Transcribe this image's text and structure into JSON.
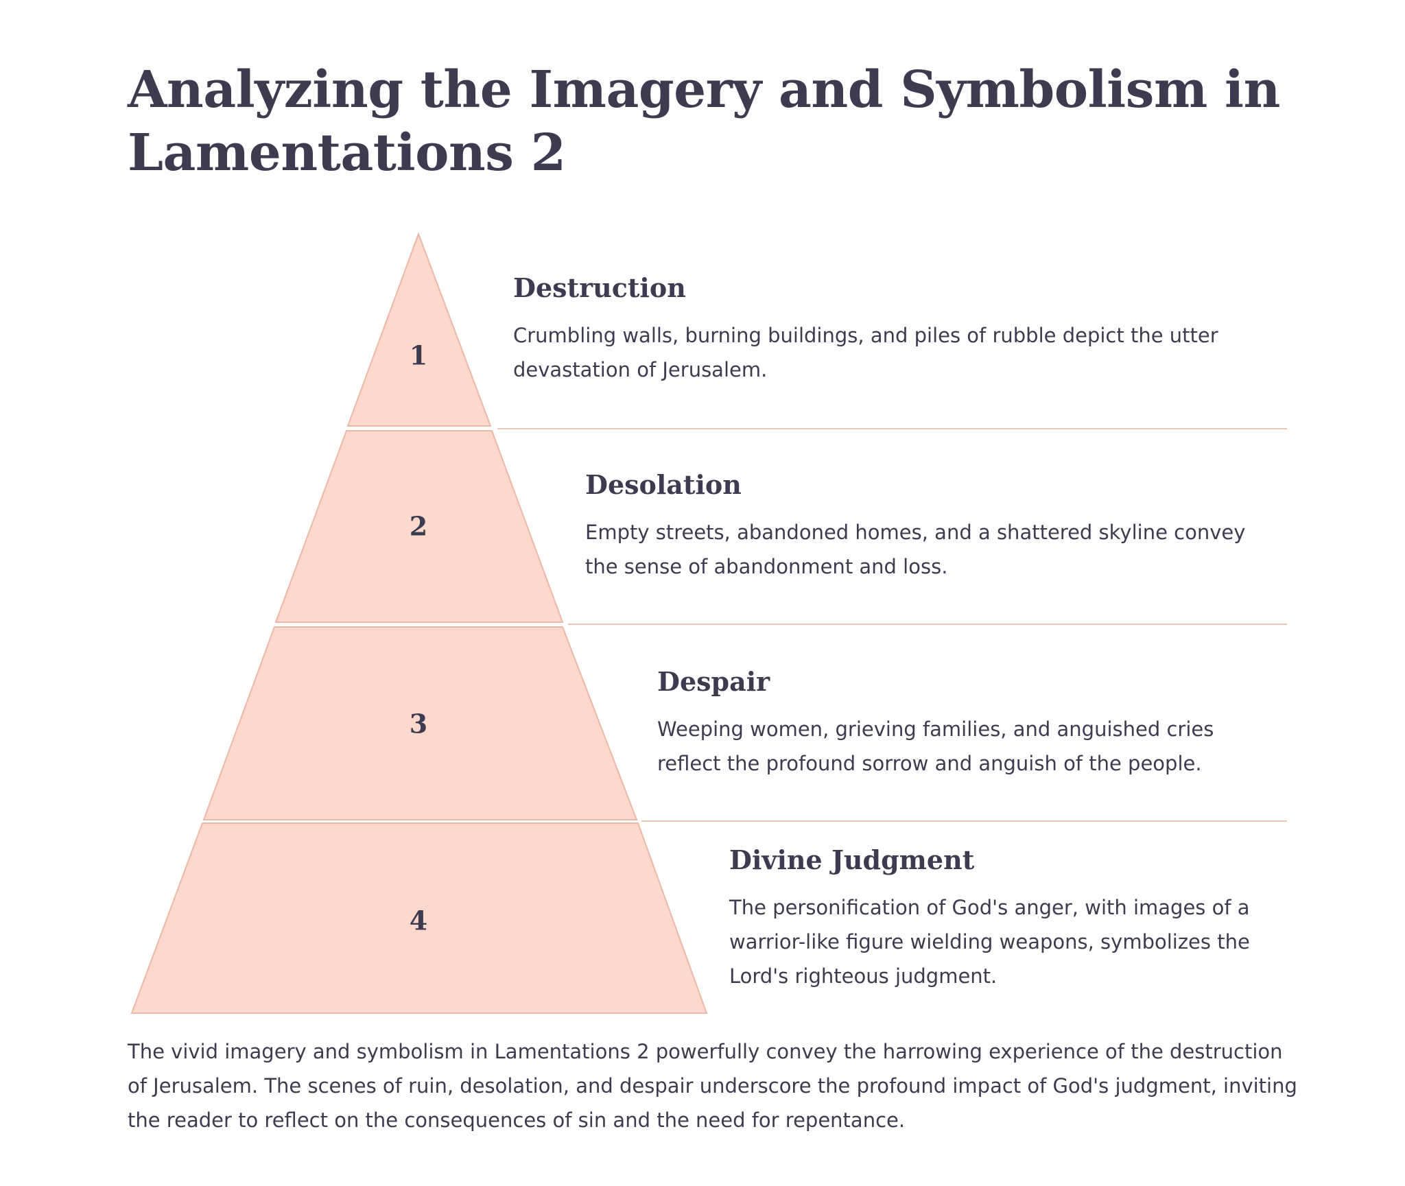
{
  "title": "Analyzing the Imagery and Symbolism in Lamentations 2",
  "tiers": [
    {
      "number": "1",
      "title": "Destruction",
      "description": "Crumbling walls, burning buildings, and piles of rubble depict the utter devastation of Jerusalem."
    },
    {
      "number": "2",
      "title": "Desolation",
      "description": "Empty streets, abandoned homes, and a shattered skyline convey the sense of abandonment and loss."
    },
    {
      "number": "3",
      "title": "Despair",
      "description": "Weeping women, grieving families, and anguished cries reflect the profound sorrow and anguish of the people."
    },
    {
      "number": "4",
      "title": "Divine Judgment",
      "description": "The personification of God's anger, with images of a warrior-like figure wielding weapons, symbolizes the Lord's righteous judgment."
    }
  ],
  "conclusion": "The vivid imagery and symbolism in Lamentations 2 powerfully convey the harrowing experience of the destruction of Jerusalem. The scenes of ruin, desolation, and despair underscore the profound impact of God's judgment, inviting the reader to reflect on the consequences of sin and the need for repentance.",
  "colors": {
    "tier_fill": "#fdd8cc",
    "tier_stroke": "#eab8a8",
    "text": "#3d3b50"
  }
}
